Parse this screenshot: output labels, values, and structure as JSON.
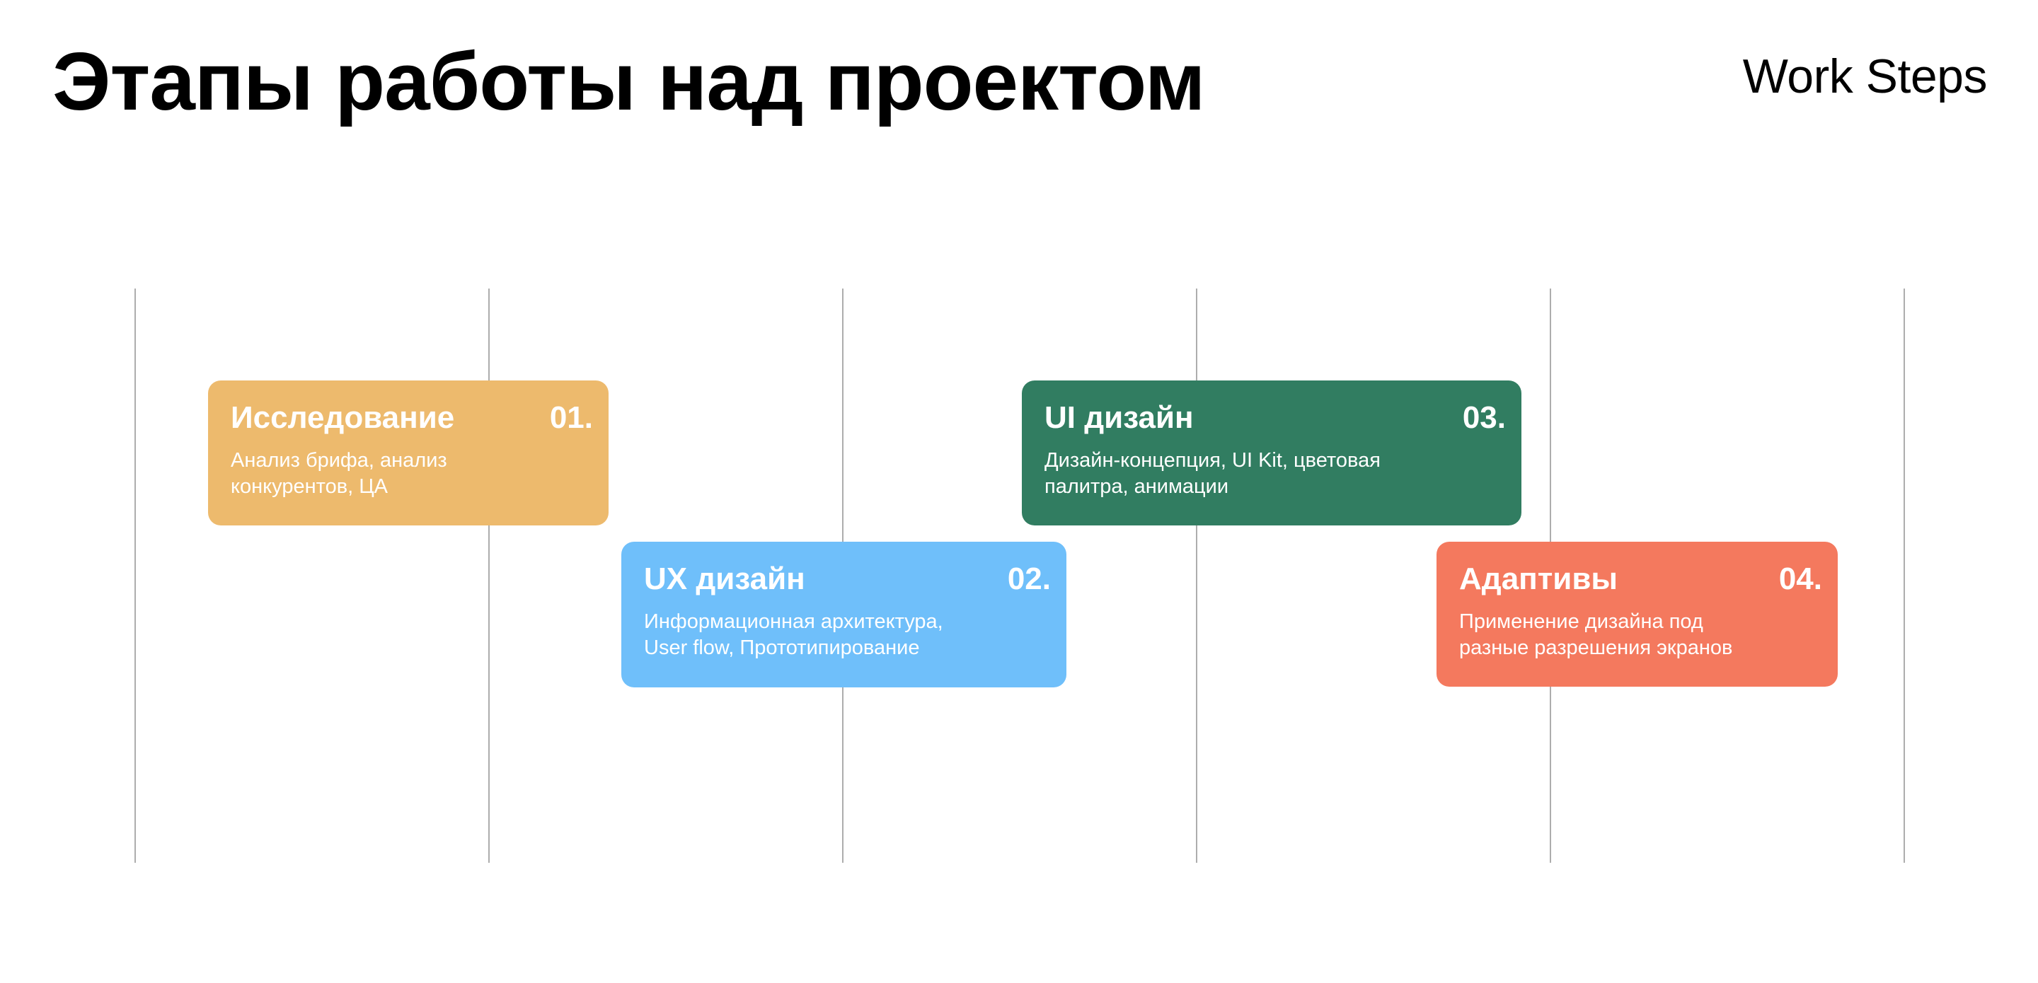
{
  "header": {
    "title": "Этапы работы над проектом",
    "subtitle": "Work Steps"
  },
  "grid": {
    "line_count": 6,
    "line_color": "#adadad"
  },
  "steps": [
    {
      "title": "Исследование",
      "number": "01.",
      "description": "Анализ брифа, анализ\nконкурентов, ЦА",
      "color": "#EDBA6D"
    },
    {
      "title": "UX дизайн",
      "number": "02.",
      "description": "Информационная архитектура,\nUser flow, Прототипирование",
      "color": "#6FBFFA"
    },
    {
      "title": "UI дизайн",
      "number": "03.",
      "description": "Дизайн-концепция, UI Kit, цветовая\nпалитра, анимации",
      "color": "#317D61"
    },
    {
      "title": "Адаптивы",
      "number": "04.",
      "description": "Применение дизайна под\nразные разрешения экранов",
      "color": "#F4795E"
    }
  ]
}
